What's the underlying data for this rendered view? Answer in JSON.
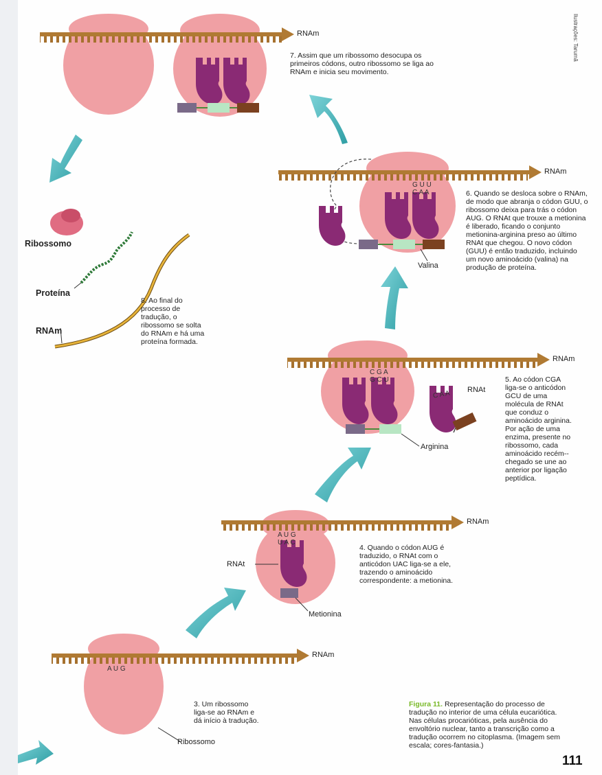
{
  "credit": "Ilustrações: Tarumã",
  "page_number": "111",
  "labels": {
    "rnam": "RNAm",
    "rnat": "RNAt",
    "ribossomo": "Ribossomo",
    "ribossomo_bold": "Ribossomo",
    "proteina": "Proteína",
    "metionina": "Metionina",
    "arginina": "Arginina",
    "valina": "Valina"
  },
  "codons": {
    "step3_mrna": "A U G",
    "step4_top": "A U G",
    "step4_bottom": "U A C",
    "step5_top": "C G A",
    "step5_bottom": "G C U",
    "step5_free_trna": "C A A",
    "step6_top": "G U U",
    "step6_bottom": "C A A"
  },
  "steps": {
    "s3": "3. Um ribossomo liga-se ao RNAm e dá início à tradução.",
    "s4": "4. Quando o códon AUG é traduzido, o RNAt com o anticódon UAC liga-se a ele, trazendo o aminoácido correspondente: a metionina.",
    "s5": "5. Ao códon CGA liga-se o anticódon GCU de uma molécula de RNAt que conduz o aminoácido arginina. Por ação de uma enzima, presente no ribossomo, cada aminoácido recém--chegado se une ao anterior por ligação peptídica.",
    "s6": "6. Quando se desloca sobre o RNAm, de modo que abranja o códon GUU, o ribossomo deixa para trás o códon AUG. O RNAt que trouxe a metionina é liberado, ficando o conjunto metionina-arginina preso ao último RNAt que chegou. O novo códon (GUU) é então traduzido, incluindo um novo aminoácido (valina) na produção de proteína.",
    "s7": "7. Assim que um ribossomo desocupa os primeiros códons, outro ribossomo se liga ao RNAm e inicia seu movimento.",
    "s8": "8. Ao final do processo de tradução, o ribossomo se solta do RNAm e há uma proteína formada."
  },
  "caption": {
    "title": "Figura 11.",
    "text": "Representação do processo de tradução no interior de uma célula eucariótica. Nas células procarióticas, pela ausência do envoltório nuclear, tanto a transcrição como a tradução ocorrem no citoplasma. (Imagem sem escala; cores-fantasia.)"
  },
  "colors": {
    "ribosome": "#f0a0a4",
    "mrna": "#b07a33",
    "trna": "#8a2a74",
    "arrow": "#3bb3b7",
    "met": "#7a6a88",
    "arg": "#b8e6c3",
    "val": "#7b4120",
    "caption_title": "#7ab929"
  }
}
